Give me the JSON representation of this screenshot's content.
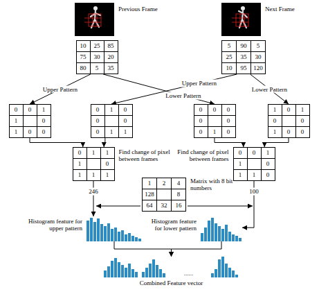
{
  "diagram": {
    "nodes": [
      {
        "text": [
          "Previous Frame"
        ]
      },
      {
        "text": [
          "Next Frame"
        ]
      },
      {
        "text": [
          "10",
          "25",
          "85",
          "75",
          "30",
          "20",
          "80",
          "5",
          "35"
        ]
      },
      {
        "text": [
          "5",
          "90",
          "5",
          "25",
          "35",
          "30",
          "10",
          "95",
          "120"
        ]
      },
      {
        "text": [
          "0",
          "0",
          "1",
          "1",
          "0",
          "1",
          "0",
          "0"
        ]
      },
      {
        "text": [
          "0",
          "1",
          "0",
          "0",
          "0",
          "0",
          "1",
          "1"
        ]
      },
      {
        "text": [
          "0",
          "0",
          "0",
          "0",
          "0",
          "0",
          "1",
          "0"
        ]
      },
      {
        "text": [
          "1",
          "0",
          "1",
          "0",
          "0",
          "1",
          "0",
          "0"
        ]
      },
      {
        "text": [
          "Find change of pixel between frames",
          "0",
          "1",
          "1",
          "1",
          "0",
          "1",
          "1",
          "1"
        ]
      },
      {
        "text": [
          "Find change of pixel between frames",
          "0",
          "0",
          "1",
          "1",
          "0",
          "1",
          "1",
          "0"
        ]
      },
      {
        "text": [
          "Matrix with 8 bit numbers",
          "1",
          "2",
          "4",
          "128",
          "8",
          "64",
          "32",
          "16"
        ]
      },
      {
        "text": [
          "Histogram feature for upper pattern"
        ]
      },
      {
        "text": [
          "Histogram feature for lower pattern"
        ]
      },
      {
        "text": [
          "Combined Feature vector",
          "......"
        ]
      }
    ],
    "edges": [
      {
        "from": 2,
        "to": 4,
        "arrow": "to",
        "label": "Upper Pattern"
      },
      {
        "from": 2,
        "to": 6,
        "arrow": "to",
        "label": "Lower Pattern"
      },
      {
        "from": 3,
        "to": 5,
        "arrow": "to",
        "label": "Upper Pattern"
      },
      {
        "from": 3,
        "to": 7,
        "arrow": "to",
        "label": "Lower Pattern"
      },
      {
        "from": 4,
        "to": 8,
        "arrow": "to"
      },
      {
        "from": 5,
        "to": 8,
        "arrow": "to"
      },
      {
        "from": 6,
        "to": 9,
        "arrow": "to"
      },
      {
        "from": 7,
        "to": 9,
        "arrow": "to"
      },
      {
        "from": 8,
        "to": 11,
        "arrow": "to",
        "label": "246"
      },
      {
        "from": 9,
        "to": 12,
        "arrow": "to",
        "label": "100"
      },
      {
        "from": 11,
        "to": 13,
        "arrow": "to"
      },
      {
        "from": 12,
        "to": 13,
        "arrow": "to"
      }
    ]
  }
}
